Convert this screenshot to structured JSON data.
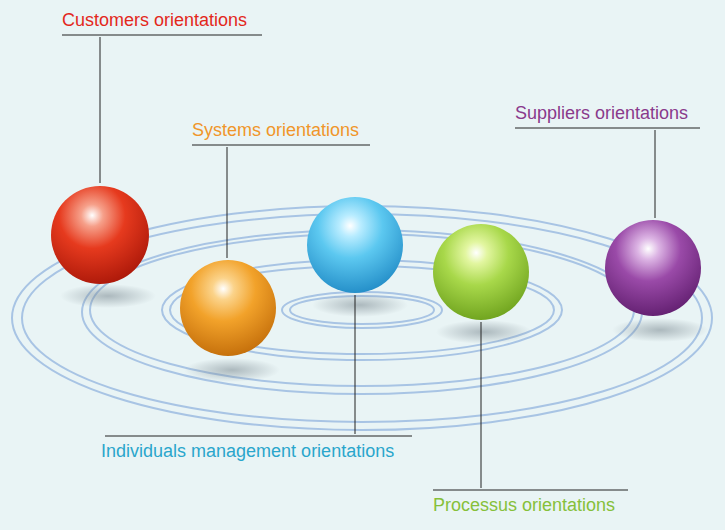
{
  "diagram": {
    "labels": [
      "Customers orientations",
      "Systems orientations",
      "Suppliers orientations",
      "Individuals management orientations",
      "Processus orientations"
    ]
  }
}
